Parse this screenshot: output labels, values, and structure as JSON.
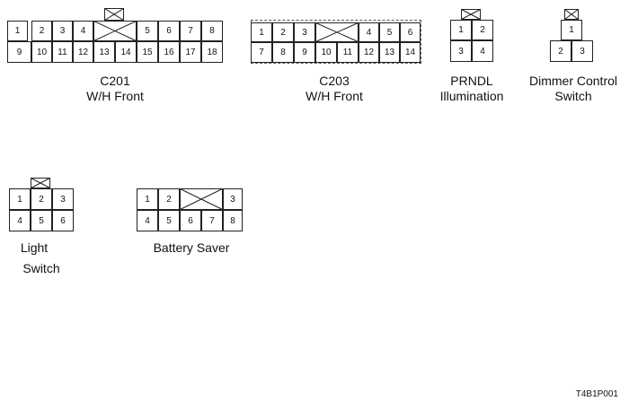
{
  "connectors": {
    "c201": {
      "pins_top": [
        "1",
        "2",
        "3",
        "4",
        "5",
        "6",
        "7",
        "8"
      ],
      "pins_bottom": [
        "9",
        "10",
        "11",
        "12",
        "13",
        "14",
        "15",
        "16",
        "17",
        "18"
      ],
      "name": "C201",
      "subtitle": "W/H Front"
    },
    "c203": {
      "pins_top": [
        "1",
        "2",
        "3",
        "4",
        "5",
        "6"
      ],
      "pins_bottom": [
        "7",
        "8",
        "9",
        "10",
        "11",
        "12",
        "13",
        "14"
      ],
      "name": "C203",
      "subtitle": "W/H Front"
    },
    "prndl": {
      "pins": [
        "1",
        "2",
        "3",
        "4"
      ],
      "name": "PRNDL",
      "subtitle": "Illumination"
    },
    "dimmer": {
      "pins": [
        "1",
        "2",
        "3"
      ],
      "name": "Dimmer Control",
      "subtitle": "Switch"
    },
    "light": {
      "pins": [
        "1",
        "2",
        "3",
        "4",
        "5",
        "6"
      ],
      "name": "Light",
      "subtitle": "Switch"
    },
    "battery": {
      "pins_top": [
        "1",
        "2",
        "3"
      ],
      "pins_bottom": [
        "4",
        "5",
        "6",
        "7",
        "8"
      ],
      "name": "Battery Saver"
    }
  },
  "figure_code": "T4B1P001"
}
